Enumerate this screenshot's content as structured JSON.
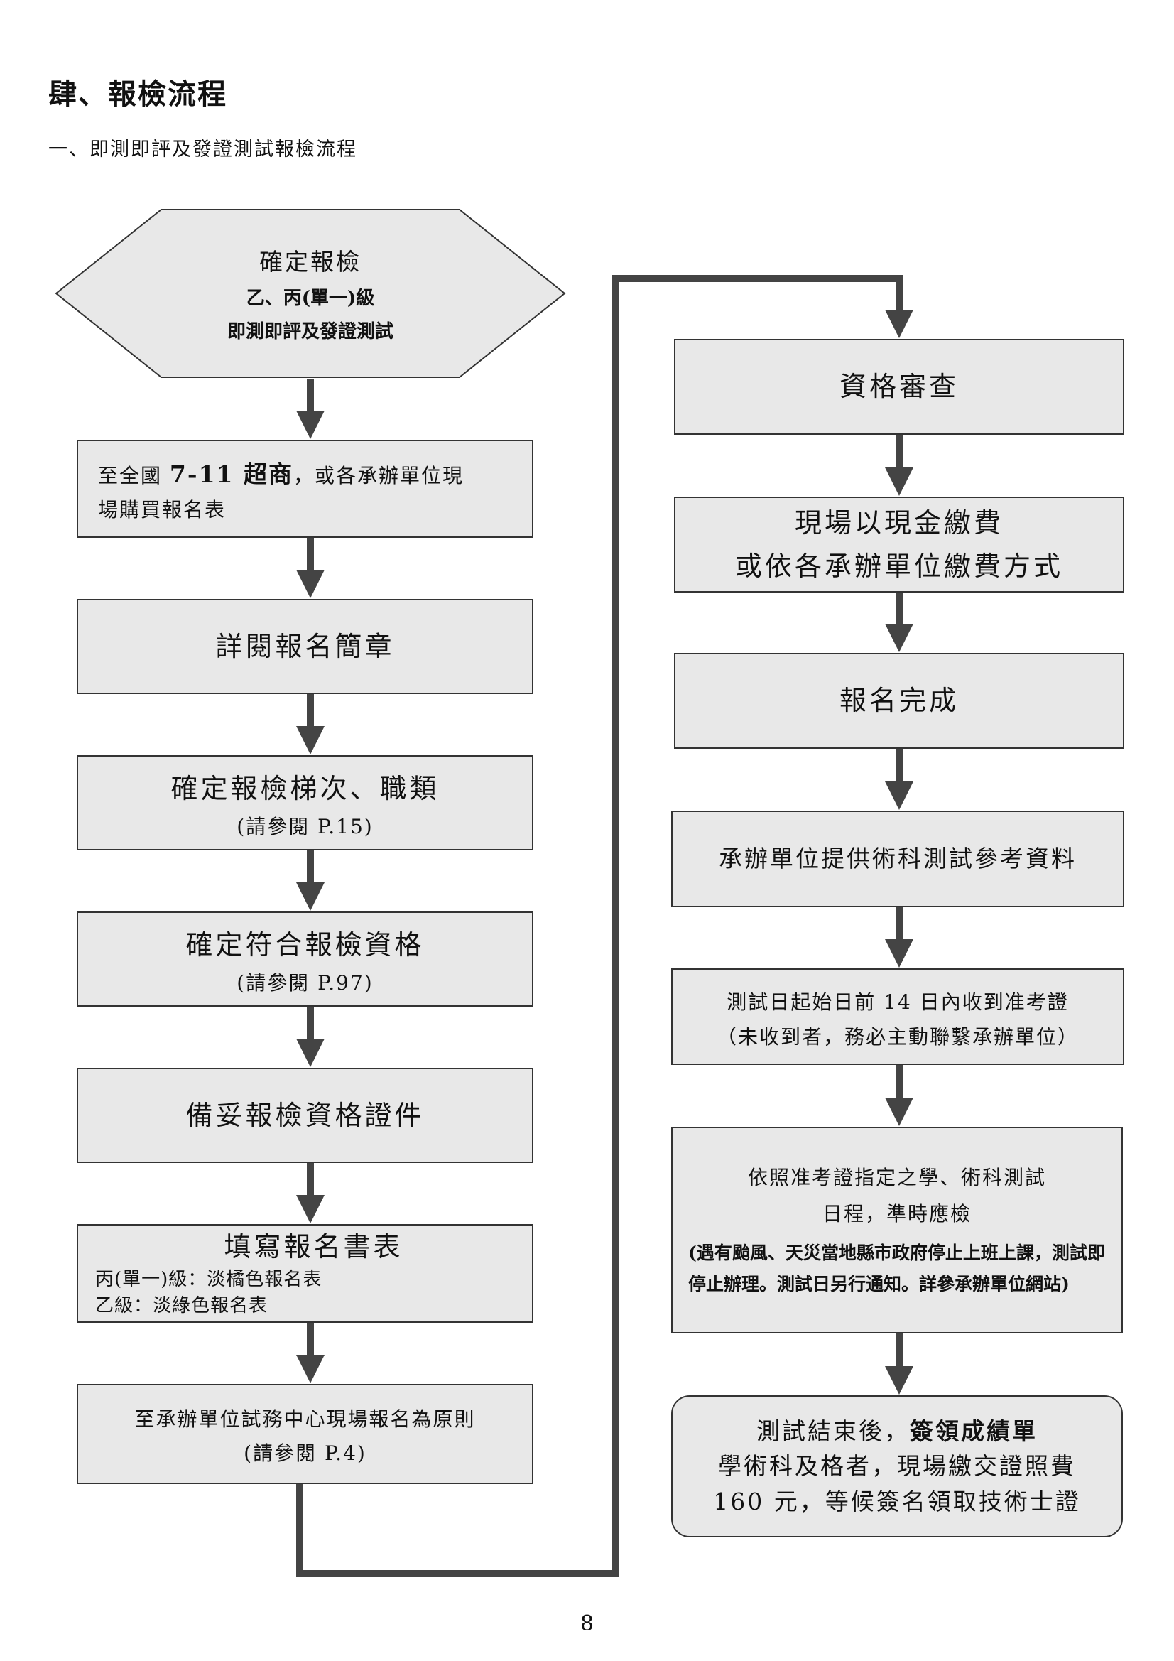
{
  "header": {
    "title": "肆、報檢流程",
    "subtitle": "一、即測即評及發證測試報檢流程"
  },
  "flow_left": {
    "start": {
      "line1": "確定報檢",
      "line2": "乙、丙(單一)級",
      "line3": "即測即評及發證測試"
    },
    "step1": {
      "pre": "至全國 ",
      "bold": "7-11 超商",
      "post": "，或各承辦單位現",
      "line2": "場購買報名表"
    },
    "step2": {
      "text": "詳閱報名簡章"
    },
    "step3": {
      "line1": "確定報檢梯次、職類",
      "line2": "(請參閱 P.15)"
    },
    "step4": {
      "line1": "確定符合報檢資格",
      "line2": "(請參閱 P.97)"
    },
    "step5": {
      "text": "備妥報檢資格證件"
    },
    "step6": {
      "line1": "填寫報名書表",
      "line2": "丙(單一)級：淡橘色報名表",
      "line3": "乙級：淡綠色報名表"
    },
    "step7": {
      "line1": "至承辦單位試務中心現場報名為原則",
      "line2": "(請參閱 P.4)"
    }
  },
  "flow_right": {
    "step1": {
      "text": "資格審查"
    },
    "step2": {
      "line1": "現場以現金繳費",
      "line2": "或依各承辦單位繳費方式"
    },
    "step3": {
      "text": "報名完成"
    },
    "step4": {
      "text": "承辦單位提供術科測試參考資料"
    },
    "step5": {
      "line1": "測試日起始日前 14 日內收到准考證",
      "line2": "（未收到者，務必主動聯繫承辦單位）"
    },
    "step6": {
      "line1": "依照准考證指定之學、術科測試",
      "line2": "日程，準時應檢",
      "note": "(遇有颱風、天災當地縣市政府停止上班上課，測試即停止辦理。測試日另行通知。詳參承辦單位網站)"
    },
    "step7": {
      "pre": "測試結束後，",
      "bold": "簽領成績單",
      "line2": "學術科及格者，現場繳交證照費",
      "line3": "160 元，等候簽名領取技術士證"
    }
  },
  "footer": {
    "page_number": "8"
  },
  "colors": {
    "box_fill": "#e8e8e8",
    "border": "#333333",
    "arrow": "#444444"
  }
}
